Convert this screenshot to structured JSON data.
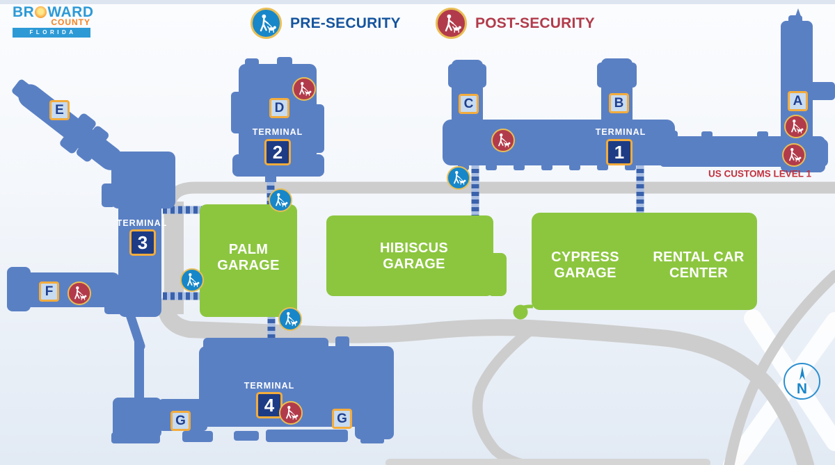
{
  "logo": {
    "name_part1": "BR",
    "name_part2": "WARD",
    "county": "COUNTY",
    "state": "FLORIDA"
  },
  "legend": {
    "pre_label": "PRE-SECURITY",
    "post_label": "POST-SECURITY"
  },
  "map": {
    "terminal_word": "TERMINAL",
    "terminals": {
      "t1": "1",
      "t2": "2",
      "t3": "3",
      "t4": "4"
    },
    "concourses": {
      "a": "A",
      "b": "B",
      "c": "C",
      "d": "D",
      "e": "E",
      "f": "F",
      "g_left": "G",
      "g_right": "G"
    },
    "garages": {
      "palm": {
        "line1": "PALM",
        "line2": "GARAGE"
      },
      "hibiscus": {
        "line1": "HIBISCUS",
        "line2": "GARAGE"
      },
      "cypress": {
        "line1": "CYPRESS",
        "line2": "GARAGE"
      },
      "rental": {
        "line1": "RENTAL CAR",
        "line2": "CENTER"
      }
    },
    "us_customs_label": "US CUSTOMS LEVEL 1",
    "compass_label": "N"
  },
  "colors": {
    "terminal_blue": "#5A80C4",
    "garage_green": "#8CC63F",
    "road_gray": "#CDCDCD",
    "walkway_blue": "#3A62AC",
    "walkway_light": "#A9BEE3",
    "pre_security_blue": "#1787C9",
    "post_security_red": "#B23B4B",
    "gold_ring": "#E9BE55",
    "badge_navy": "#1D3C85",
    "badge_border_gold": "#F3AC3C",
    "concourse_bg": "#C7DBF1",
    "concourse_letter": "#1F3F8F",
    "customs_text_red": "#C2303D",
    "legend_pre_text": "#15549E",
    "legend_post_text": "#B23B4B",
    "logo_blue": "#2D9AD6",
    "logo_orange": "#F58220"
  }
}
